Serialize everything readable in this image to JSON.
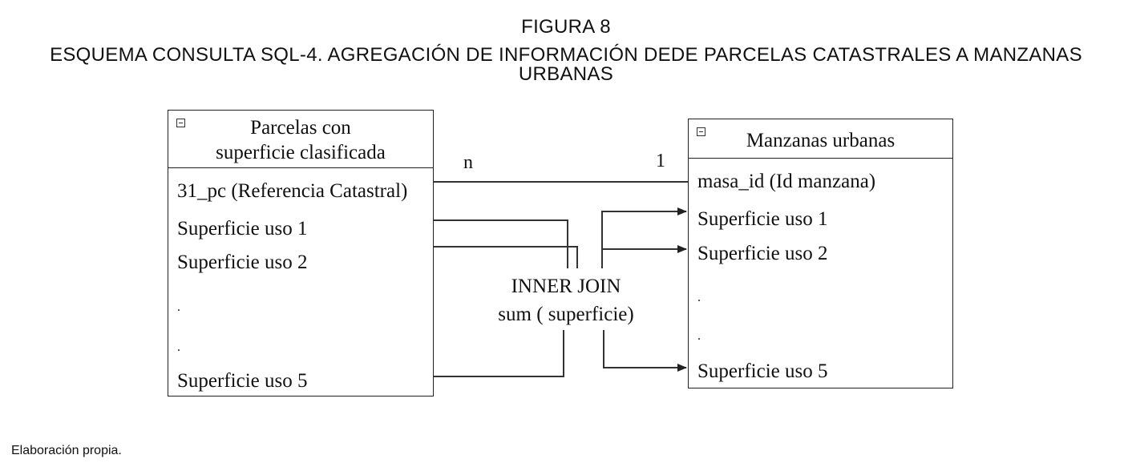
{
  "figure": {
    "number": "FIGURA 8",
    "caption": "ESQUEMA CONSULTA SQL-4. AGREGACIÓN DE INFORMACIÓN DEDE PARCELAS CATASTRALES A MANZANAS URBANAS"
  },
  "left_entity": {
    "title_line1": "Parcelas con",
    "title_line2": "superficie clasificada",
    "icon": "collapse-icon",
    "fields": [
      "31_pc (Referencia Catastral)",
      "Superficie uso 1",
      "Superficie uso 2",
      ".",
      ".",
      "Superficie uso 5"
    ]
  },
  "right_entity": {
    "title": "Manzanas urbanas",
    "icon": "collapse-icon",
    "fields": [
      "masa_id (Id manzana)",
      "Superficie uso 1",
      "Superficie uso 2",
      ".",
      ".",
      "Superficie uso 5"
    ]
  },
  "relationship": {
    "cardinality_left": "n",
    "cardinality_right": "1",
    "join_label": "INNER JOIN",
    "aggregate_label": "sum ( superficie)"
  },
  "source_note": "Elaboración propia."
}
